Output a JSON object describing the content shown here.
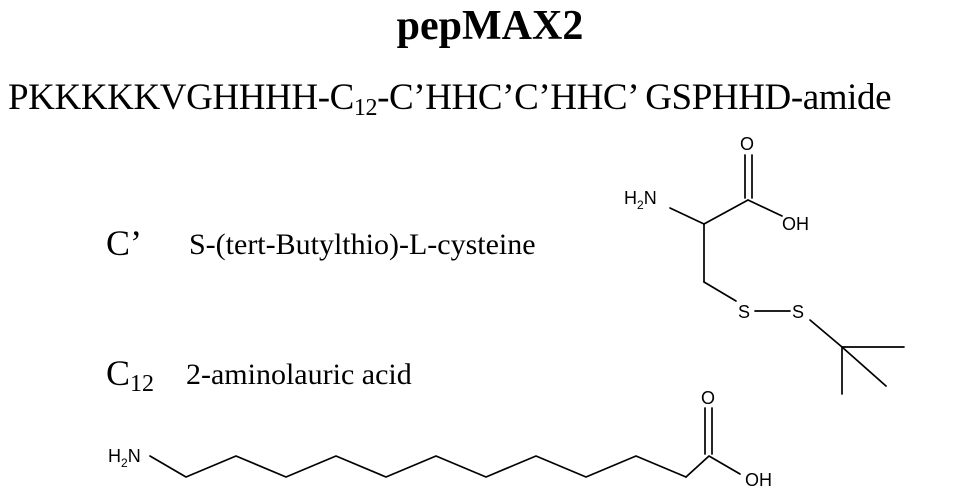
{
  "title": "pepMAX2",
  "sequence": {
    "part1": "PKKKKKVGHHHH-C",
    "sub": "12",
    "part2": "-C’HHC’C’HHC’ GSPHHD-amide"
  },
  "legend": [
    {
      "abbr": "C’",
      "description": "S-(tert-Butylthio)-L-cysteine"
    },
    {
      "abbr": "C",
      "abbr_sub": "12",
      "description": "2-aminolauric acid"
    }
  ],
  "atoms": {
    "nh2_main": "H",
    "nh2_sub": "2",
    "nh2_n": "N",
    "o": "O",
    "oh": "OH",
    "s": "S"
  }
}
